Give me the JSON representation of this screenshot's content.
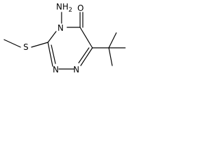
{
  "molecule": {
    "atoms": {
      "amino_label": "NH2",
      "amino_prefix": "NH",
      "amino_subscript": "2",
      "n4_label": "N",
      "oxygen_label": "O",
      "sulfur_label": "S",
      "n2_label": "N",
      "n1_label": "N"
    }
  }
}
